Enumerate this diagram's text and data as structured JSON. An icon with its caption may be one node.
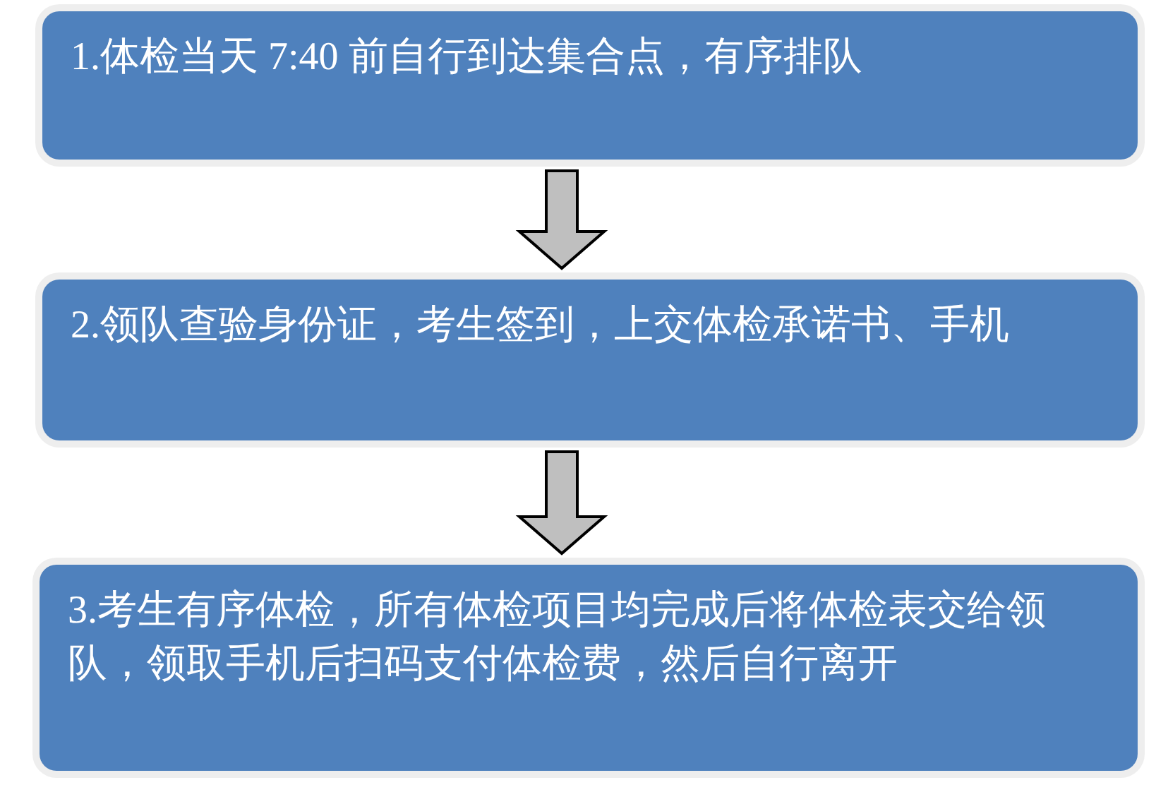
{
  "diagram": {
    "nodes": [
      {
        "text": [
          "1.体检当天 7:40 前自行到达集合点，有序排队"
        ]
      },
      {
        "text": [
          "2.领队查验身份证，考生签到，上交体检承诺书、手机"
        ]
      },
      {
        "text": [
          "3.考生有序体检，所有体检项目均完成后将体检表交给领队，领取手机后扫码支付体检费，然后自行离开"
        ]
      }
    ],
    "edges": [
      {
        "from": 0,
        "to": 1,
        "arrow": "to"
      },
      {
        "from": 1,
        "to": 2,
        "arrow": "to"
      }
    ]
  }
}
